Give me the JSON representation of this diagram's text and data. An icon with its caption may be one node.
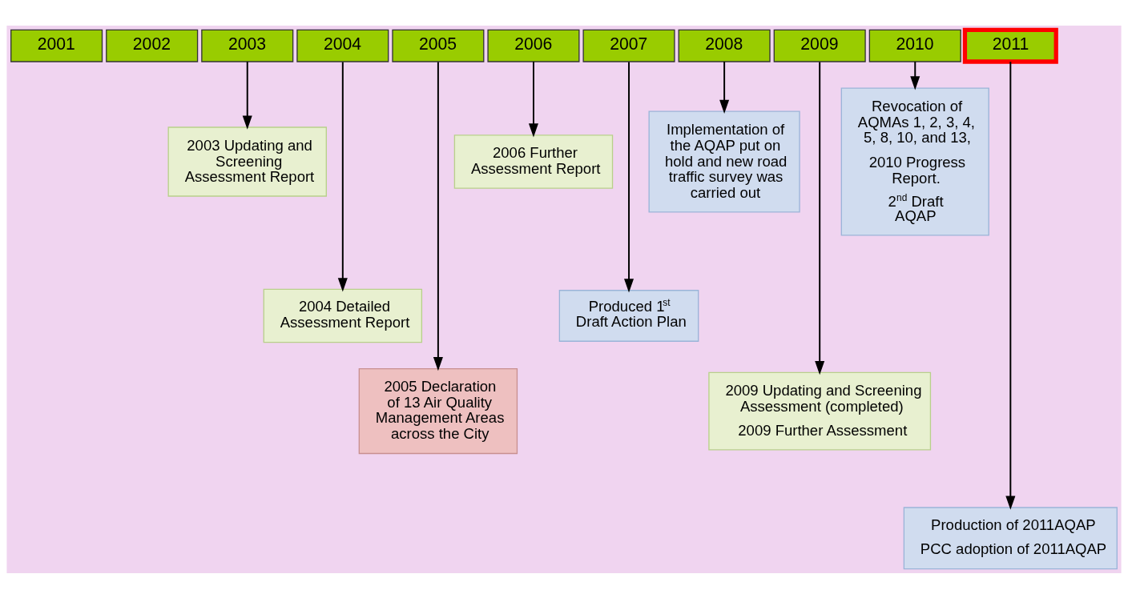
{
  "diagram": {
    "nodes": [
      {
        "text": [
          "2001"
        ]
      },
      {
        "text": [
          "2002"
        ]
      },
      {
        "text": [
          "2003"
        ]
      },
      {
        "text": [
          "2004"
        ]
      },
      {
        "text": [
          "2005"
        ]
      },
      {
        "text": [
          "2006"
        ]
      },
      {
        "text": [
          "2007"
        ]
      },
      {
        "text": [
          "2008"
        ]
      },
      {
        "text": [
          "2009"
        ]
      },
      {
        "text": [
          "2010"
        ]
      },
      {
        "text": [
          "2011"
        ]
      },
      {
        "text": [
          "2003 Updating and Screening Assessment Report"
        ]
      },
      {
        "text": [
          "2004 Detailed Assessment Report"
        ]
      },
      {
        "text": [
          "2005 Declaration of 13 Air Quality Management Areas across the City"
        ]
      },
      {
        "text": [
          "2006 Further Assessment Report"
        ]
      },
      {
        "text": [
          "Produced 1$^{st}$ Draft Action Plan"
        ]
      },
      {
        "text": [
          "Implementation of the AQAP put on hold and new road traffic survey was carried out"
        ]
      },
      {
        "text": [
          "Revocation of AQMAs 1, 2, 3, 4, 5, 8, 10, and 13,",
          "2010 Progress Report.",
          "2$^{nd}$ Draft AQAP"
        ]
      },
      {
        "text": [
          "2009 Updating and Screening Assessment (completed)",
          "2009 Further Assessment"
        ]
      },
      {
        "text": [
          "Production of 2011AQAP",
          "PCC adoption of 2011AQAP"
        ]
      }
    ],
    "edges": [
      {
        "from": 2,
        "to": 11,
        "arrow": "to"
      },
      {
        "from": 3,
        "to": 12,
        "arrow": "to"
      },
      {
        "from": 4,
        "to": 13,
        "arrow": "to"
      },
      {
        "from": 5,
        "to": 14,
        "arrow": "to"
      },
      {
        "from": 6,
        "to": 15,
        "arrow": "to"
      },
      {
        "from": 7,
        "to": 16,
        "arrow": "to"
      },
      {
        "from": 9,
        "to": 17,
        "arrow": "to"
      },
      {
        "from": 8,
        "to": 18,
        "arrow": "to"
      },
      {
        "from": 10,
        "to": 19,
        "arrow": "to"
      }
    ]
  }
}
